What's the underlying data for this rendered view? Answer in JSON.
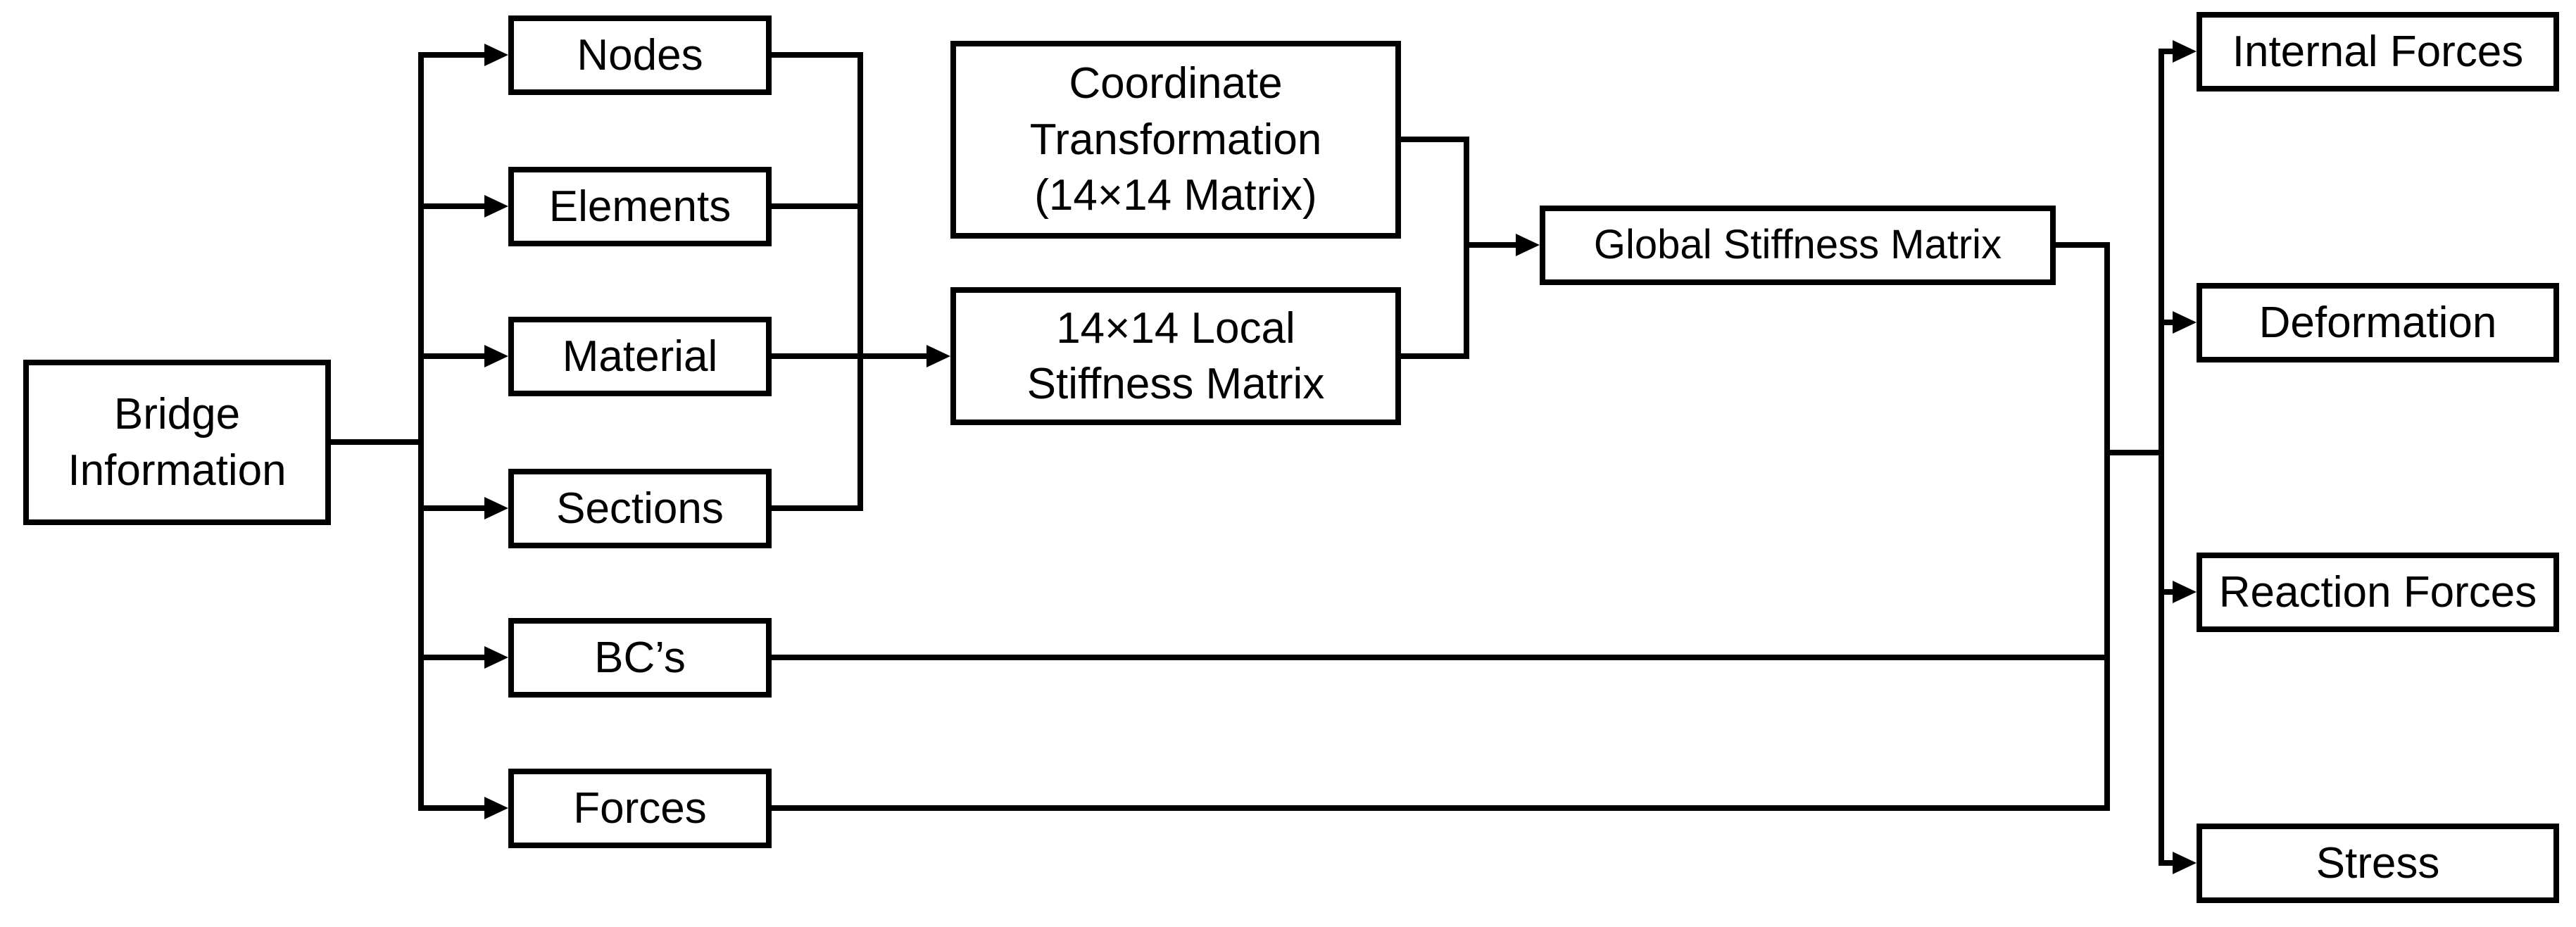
{
  "diagram": {
    "background_color": "#ffffff",
    "line_color": "#000000",
    "boxes": {
      "bridge_information": {
        "label": "Bridge\nInformation"
      },
      "nodes": {
        "label": "Nodes"
      },
      "elements": {
        "label": "Elements"
      },
      "material": {
        "label": "Material"
      },
      "sections": {
        "label": "Sections"
      },
      "bcs": {
        "label": "BC’s"
      },
      "forces": {
        "label": "Forces"
      },
      "coordinate_transformation": {
        "label": "Coordinate\nTransformation\n(14×14 Matrix)"
      },
      "local_stiffness_matrix": {
        "label": "14×14 Local\nStiffness Matrix"
      },
      "global_stiffness_matrix": {
        "label": "Global Stiffness Matrix"
      },
      "internal_forces": {
        "label": "Internal Forces"
      },
      "deformation": {
        "label": "Deformation"
      },
      "reaction_forces": {
        "label": "Reaction Forces"
      },
      "stress": {
        "label": "Stress"
      }
    },
    "edges": [
      {
        "from": "bridge_information",
        "to": "nodes"
      },
      {
        "from": "bridge_information",
        "to": "elements"
      },
      {
        "from": "bridge_information",
        "to": "material"
      },
      {
        "from": "bridge_information",
        "to": "sections"
      },
      {
        "from": "bridge_information",
        "to": "bcs"
      },
      {
        "from": "bridge_information",
        "to": "forces"
      },
      {
        "from": "nodes",
        "to": "local_stiffness_matrix"
      },
      {
        "from": "elements",
        "to": "local_stiffness_matrix"
      },
      {
        "from": "material",
        "to": "local_stiffness_matrix"
      },
      {
        "from": "sections",
        "to": "local_stiffness_matrix"
      },
      {
        "from": "coordinate_transformation",
        "to": "global_stiffness_matrix"
      },
      {
        "from": "local_stiffness_matrix",
        "to": "global_stiffness_matrix"
      },
      {
        "from": "global_stiffness_matrix",
        "to": "results_junction"
      },
      {
        "from": "bcs",
        "to": "results_junction"
      },
      {
        "from": "forces",
        "to": "results_junction"
      },
      {
        "from": "results_junction",
        "to": "internal_forces"
      },
      {
        "from": "results_junction",
        "to": "deformation"
      },
      {
        "from": "results_junction",
        "to": "reaction_forces"
      },
      {
        "from": "results_junction",
        "to": "stress"
      }
    ]
  }
}
